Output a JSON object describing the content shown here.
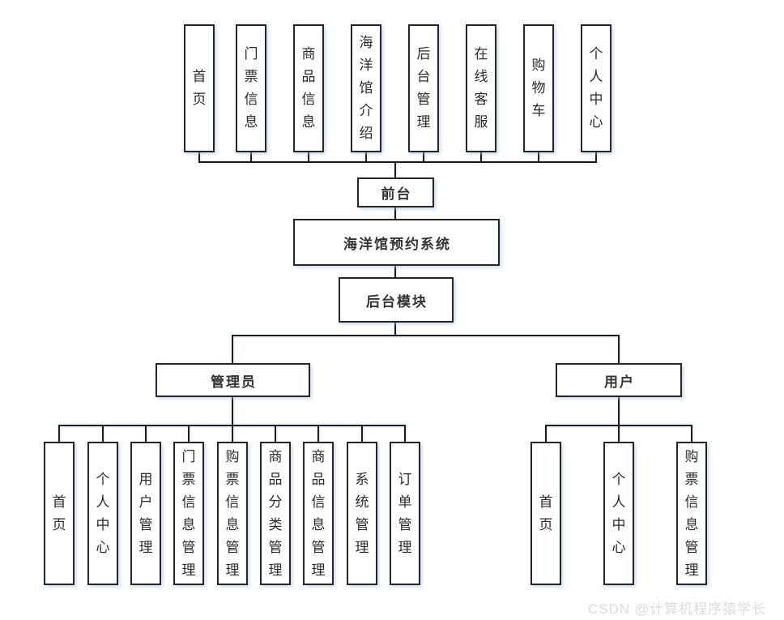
{
  "diagram": {
    "root": {
      "label": "海洋馆预约系统"
    },
    "front_group": {
      "label": "前台"
    },
    "back_group": {
      "label": "后台模块"
    },
    "front_modules": [
      {
        "label": "首页"
      },
      {
        "label": "门票信息"
      },
      {
        "label": "商品信息"
      },
      {
        "label": "海洋馆介绍"
      },
      {
        "label": "后台管理"
      },
      {
        "label": "在线客服"
      },
      {
        "label": "购物车"
      },
      {
        "label": "个人中心"
      }
    ],
    "admin": {
      "label": "管理员"
    },
    "user": {
      "label": "用户"
    },
    "admin_modules": [
      {
        "label": "首页"
      },
      {
        "label": "个人中心"
      },
      {
        "label": "用户管理"
      },
      {
        "label": "门票信息管理"
      },
      {
        "label": "购票信息管理"
      },
      {
        "label": "商品分类管理"
      },
      {
        "label": "商品信息管理"
      },
      {
        "label": "系统管理"
      },
      {
        "label": "订单管理"
      }
    ],
    "user_modules": [
      {
        "label": "首页"
      },
      {
        "label": "个人中心"
      },
      {
        "label": "购票信息管理"
      }
    ],
    "colors": {
      "line": "#1b1b1b",
      "box_border": "#262626",
      "text": "#2b2b2b",
      "watermark": "#dcdcdc"
    }
  },
  "watermark": {
    "text": "CSDN @计算机程序猿学长"
  }
}
